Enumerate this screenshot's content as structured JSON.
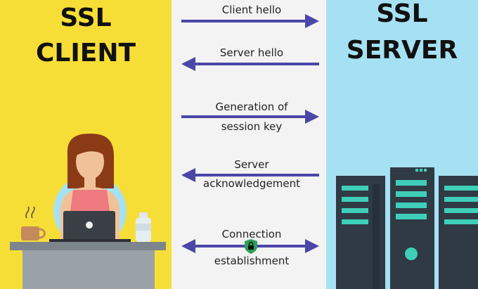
{
  "client": {
    "title_line1": "SSL",
    "title_line2": "CLIENT"
  },
  "server": {
    "title_line1": "SSL",
    "title_line2": "SERVER"
  },
  "steps": [
    {
      "line1": "Client hello",
      "line2": "",
      "direction": "to-server"
    },
    {
      "line1": "Server hello",
      "line2": "",
      "direction": "to-client"
    },
    {
      "line1": "Generation of",
      "line2": "session key",
      "direction": "to-server"
    },
    {
      "line1": "Server",
      "line2": "acknowledgement",
      "direction": "to-client"
    },
    {
      "line1": "Connection",
      "line2": "establishment",
      "direction": "both"
    }
  ],
  "icons": {
    "person": "woman-user-icon",
    "laptop": "laptop-icon",
    "cup": "coffee-cup-icon",
    "bottle": "water-bottle-icon",
    "desk": "desk-icon",
    "servers": "server-rack-icon",
    "lock": "lock-icon"
  },
  "colors": {
    "client_bg": "#f7de37",
    "middle_bg": "#f3f3f3",
    "server_bg": "#a6e1f3",
    "arrow": "#4b46a8",
    "server_body": "#2f3a45",
    "server_accent": "#3fcfb8"
  }
}
